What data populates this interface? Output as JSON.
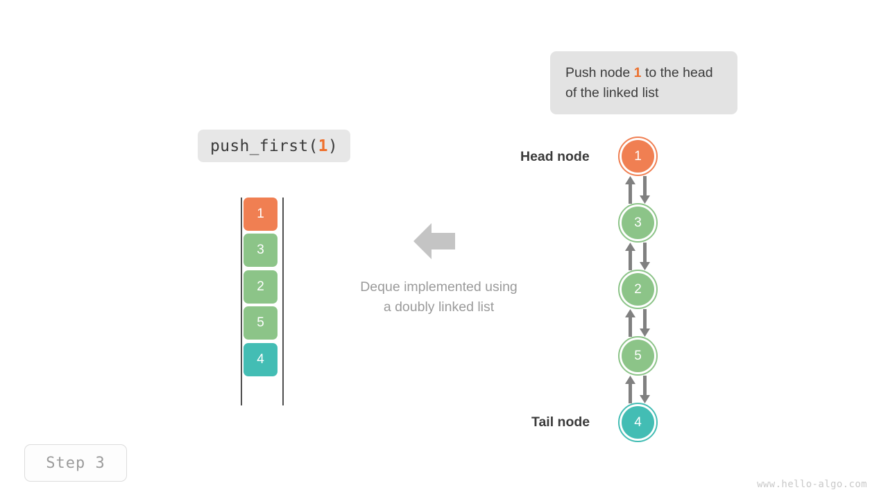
{
  "callout": {
    "text_before": "Push node ",
    "highlight": "1",
    "text_after": " to the head of the linked list",
    "bg_color": "#e3e3e3",
    "highlight_color": "#ec6f2c"
  },
  "code_label": {
    "prefix": "push_first(",
    "argument": "1",
    "suffix": ")",
    "bg_color": "#e7e7e7",
    "argument_color": "#ee6f2b"
  },
  "deque_stack": {
    "cells": [
      {
        "value": "1",
        "color": "#f07f52"
      },
      {
        "value": "3",
        "color": "#8cc488"
      },
      {
        "value": "2",
        "color": "#8cc488"
      },
      {
        "value": "5",
        "color": "#8cc488"
      },
      {
        "value": "4",
        "color": "#43bdb4"
      }
    ]
  },
  "center": {
    "arrow_icon": "arrow-left-icon",
    "arrow_color": "#c4c4c4",
    "caption_line1": "Deque implemented using",
    "caption_line2": "a doubly linked list",
    "caption_color": "#9a9a9a"
  },
  "linked_list": {
    "head_label": "Head node",
    "tail_label": "Tail node",
    "nodes": [
      {
        "value": "1",
        "color": "#f07f52",
        "role": "head"
      },
      {
        "value": "3",
        "color": "#8cc488",
        "role": "middle"
      },
      {
        "value": "2",
        "color": "#8cc488",
        "role": "middle"
      },
      {
        "value": "5",
        "color": "#8cc488",
        "role": "middle"
      },
      {
        "value": "4",
        "color": "#43bdb4",
        "role": "tail"
      }
    ],
    "link_arrow_color": "#808080",
    "link_direction": "bidirectional"
  },
  "step_badge": {
    "label": "Step 3"
  },
  "watermark": {
    "text": "www.hello-algo.com"
  }
}
